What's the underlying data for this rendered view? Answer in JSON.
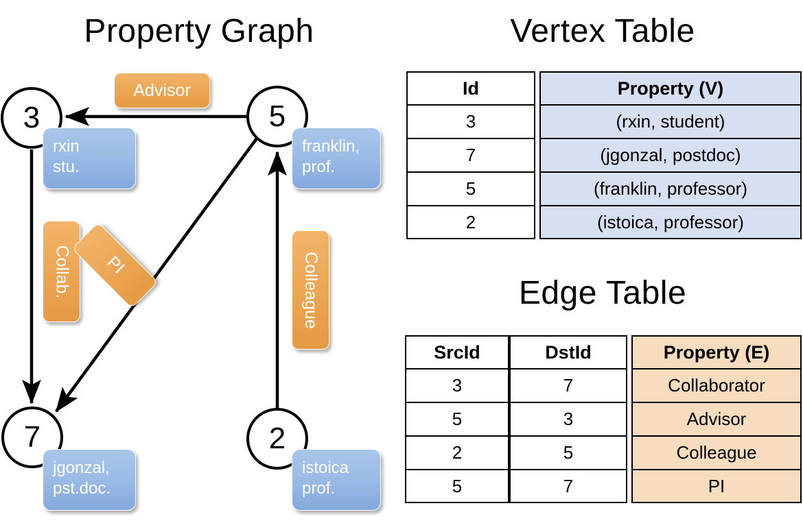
{
  "graph": {
    "title": "Property Graph",
    "vertices": [
      {
        "id": "3",
        "property_lines": [
          "rxin",
          "stu."
        ]
      },
      {
        "id": "5",
        "property_lines": [
          "franklin,",
          "prof."
        ]
      },
      {
        "id": "7",
        "property_lines": [
          "jgonzal,",
          "pst.doc."
        ]
      },
      {
        "id": "2",
        "property_lines": [
          "istoica",
          "prof."
        ]
      }
    ],
    "edge_labels": [
      {
        "name": "advisor",
        "text": "Advisor"
      },
      {
        "name": "collab",
        "text": "Collab."
      },
      {
        "name": "pi",
        "text": "PI"
      },
      {
        "name": "colleague",
        "text": "Colleague"
      }
    ]
  },
  "vertex_table": {
    "title": "Vertex Table",
    "headers": [
      "Id",
      "Property (V)"
    ],
    "rows": [
      {
        "id": "3",
        "property": "(rxin, student)"
      },
      {
        "id": "7",
        "property": "(jgonzal, postdoc)"
      },
      {
        "id": "5",
        "property": "(franklin, professor)"
      },
      {
        "id": "2",
        "property": "(istoica, professor)"
      }
    ]
  },
  "edge_table": {
    "title": "Edge Table",
    "headers": [
      "SrcId",
      "DstId",
      "Property (E)"
    ],
    "rows": [
      {
        "src": "3",
        "dst": "7",
        "property": "Collaborator"
      },
      {
        "src": "5",
        "dst": "3",
        "property": "Advisor"
      },
      {
        "src": "2",
        "dst": "5",
        "property": "Colleague"
      },
      {
        "src": "5",
        "dst": "7",
        "property": "PI"
      }
    ]
  },
  "colors": {
    "vertex_property_fill": "#d6e0f0",
    "edge_property_fill": "#f7dcbe",
    "node_box_blue": "#9cbce6",
    "edge_label_orange": "#eca755",
    "stroke": "#000000"
  }
}
